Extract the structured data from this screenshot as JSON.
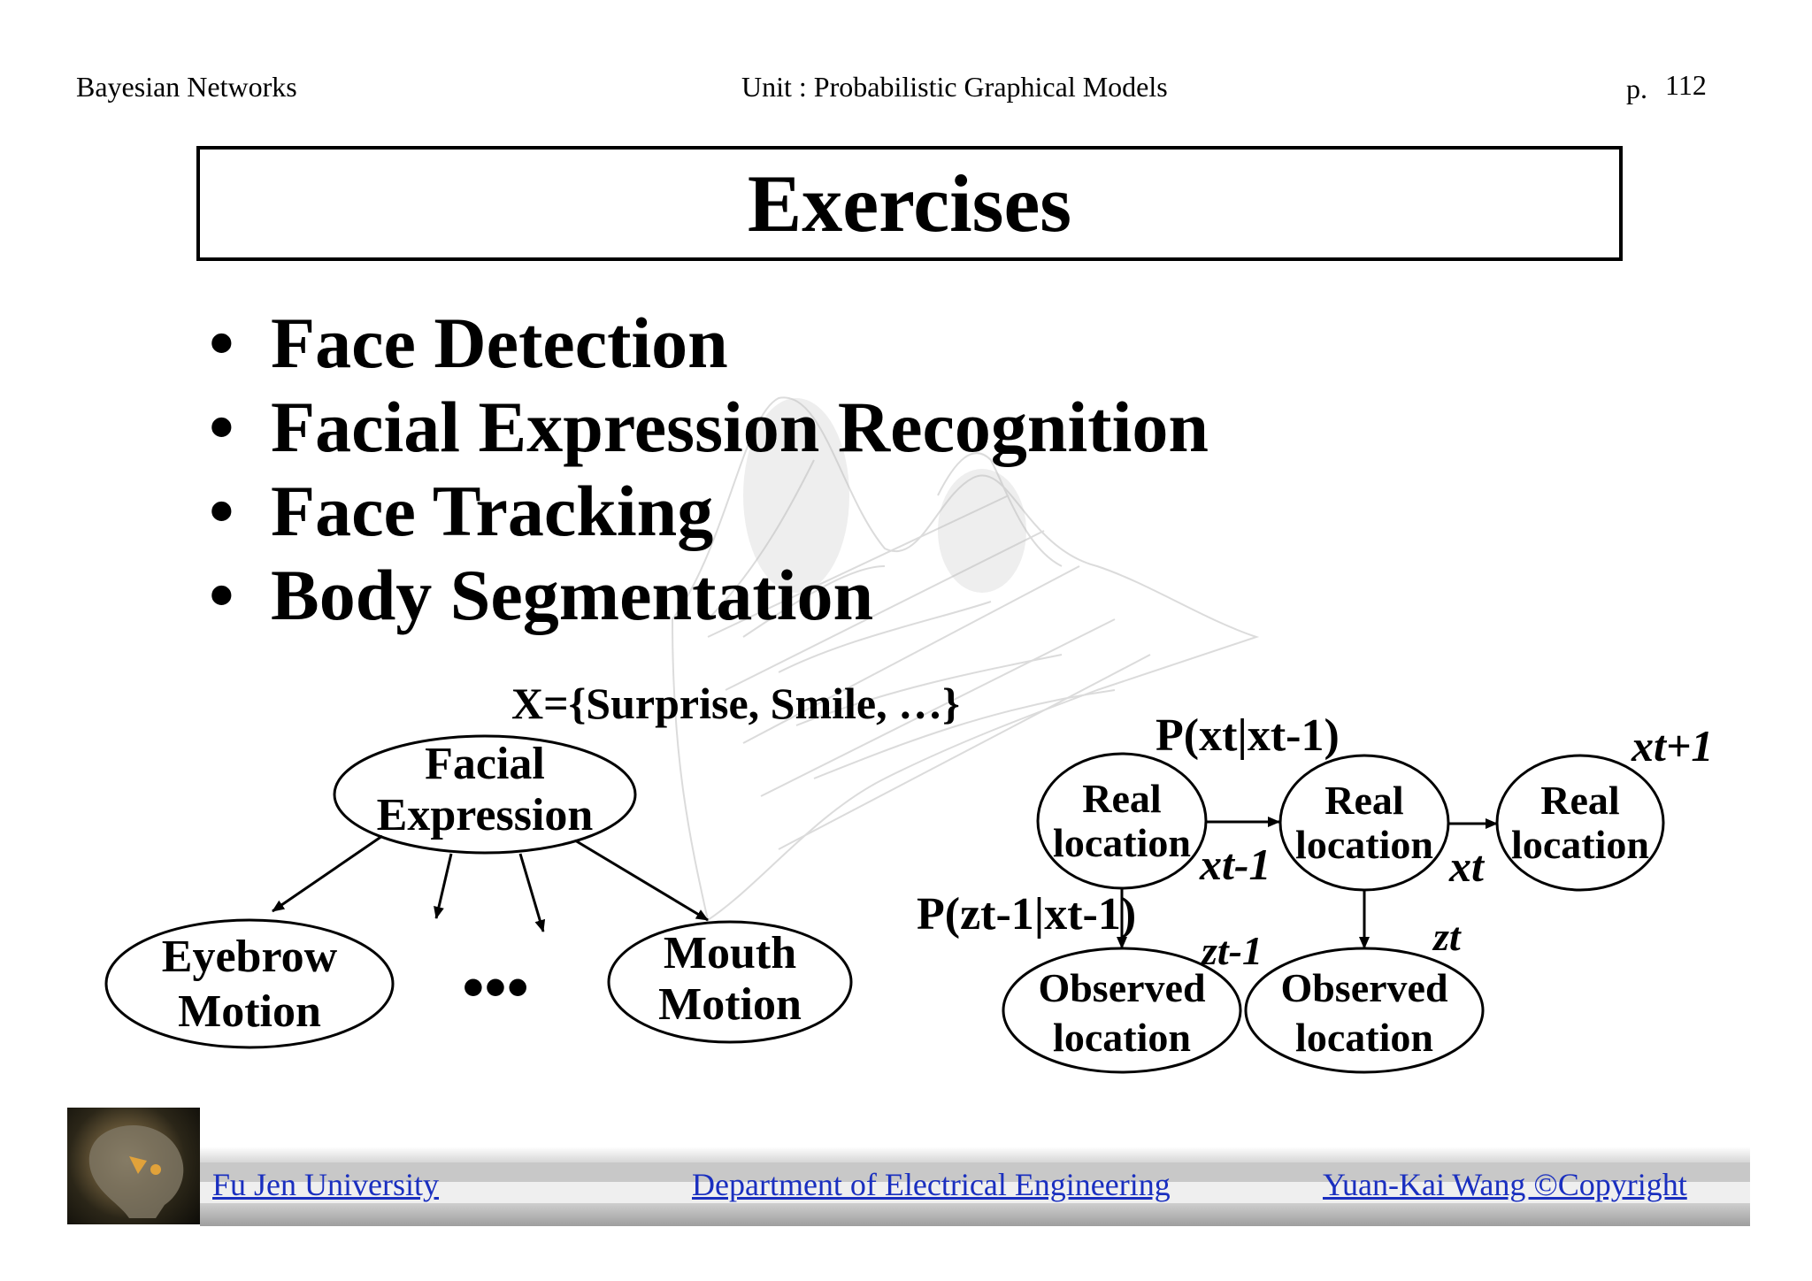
{
  "header": {
    "left": "Bayesian Networks",
    "center": "Unit : Probabilistic Graphical Models",
    "page_prefix": "p.",
    "page_number": "112"
  },
  "title": "Exercises",
  "bullets": [
    "Face Detection",
    "Facial Expression Recognition",
    "Face Tracking",
    "Body Segmentation"
  ],
  "bullet_symbol": "•",
  "expression_model": {
    "set_label": "X={Surprise, Smile, …}",
    "root": [
      "Facial",
      "Expression"
    ],
    "left_child": [
      "Eyebrow",
      "Motion"
    ],
    "ellipsis": "•••",
    "right_child": [
      "Mouth",
      "Motion"
    ]
  },
  "tracking_model": {
    "transition_label": "P(xt|xt-1)",
    "emission_label": "P(zt-1|xt-1)",
    "real_node": [
      "Real",
      "location"
    ],
    "observed_node": [
      "Observed",
      "location"
    ],
    "state_labels": [
      "xt-1",
      "xt",
      "xt+1"
    ],
    "obs_labels": [
      "zt-1",
      "zt"
    ]
  },
  "footer": {
    "university": "Fu Jen University",
    "department": "Department of Electrical Engineering",
    "copyright": "Yuan-Kai Wang ©Copyright",
    "link_color": "#1a2fbf"
  }
}
